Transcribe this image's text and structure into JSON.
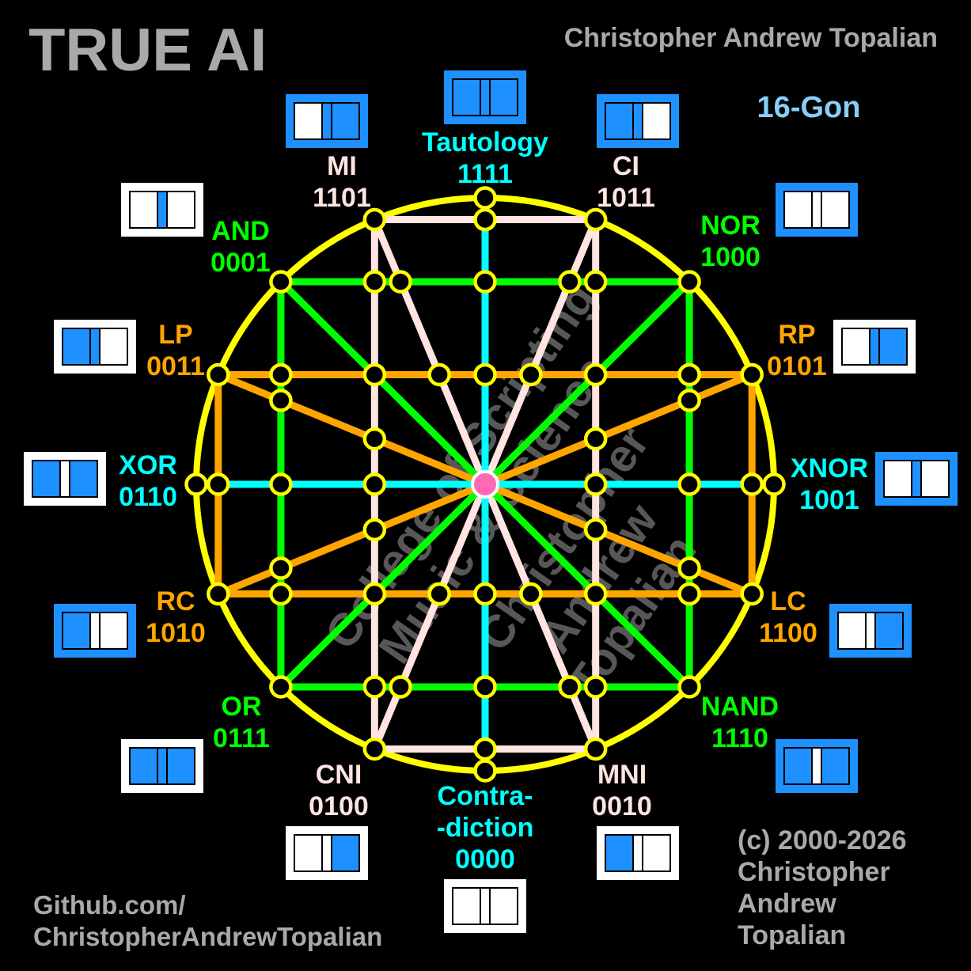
{
  "title": "TRUE AI",
  "author": "Christopher Andrew Topalian",
  "shape_name": "16-Gon",
  "github": [
    "Github.com/",
    "ChristopherAndrewTopalian"
  ],
  "copyright": [
    "(c) 2000-2026",
    "Christopher",
    "Andrew",
    "Topalian"
  ],
  "watermark": [
    "College of Scripting",
    "Music & Science",
    "Christopher",
    "Andrew",
    "Topalian"
  ],
  "colors": {
    "background": "#000000",
    "ring": "#ffff00",
    "cyan": "#00ffff",
    "pink": "#ffe4e1",
    "green": "#00ff00",
    "orange": "#ffa500",
    "true_fill": "#1e90ff",
    "false_fill": "#ffffff",
    "center_dot": "#ff69b4",
    "title_gray": "#a9a9a9",
    "shape_name": "#87cefa"
  },
  "operators": [
    {
      "id": "tautology",
      "lines": [
        "Tautology",
        "1111"
      ],
      "code": "1111",
      "color": "cyan"
    },
    {
      "id": "mi",
      "lines": [
        "MI",
        "1101"
      ],
      "code": "1101",
      "color": "pink"
    },
    {
      "id": "ci",
      "lines": [
        "CI",
        "1011"
      ],
      "code": "1011",
      "color": "pink"
    },
    {
      "id": "and",
      "lines": [
        "AND",
        "0001"
      ],
      "code": "0001",
      "color": "green"
    },
    {
      "id": "nor",
      "lines": [
        "NOR",
        "1000"
      ],
      "code": "1000",
      "color": "green"
    },
    {
      "id": "lp",
      "lines": [
        "LP",
        "0011"
      ],
      "code": "0011",
      "color": "orange"
    },
    {
      "id": "rp",
      "lines": [
        "RP",
        "0101"
      ],
      "code": "0101",
      "color": "orange"
    },
    {
      "id": "xor",
      "lines": [
        "XOR",
        "0110"
      ],
      "code": "0110",
      "color": "cyan"
    },
    {
      "id": "xnor",
      "lines": [
        "XNOR",
        "1001"
      ],
      "code": "1001",
      "color": "cyan"
    },
    {
      "id": "rc",
      "lines": [
        "RC",
        "1010"
      ],
      "code": "1010",
      "color": "orange"
    },
    {
      "id": "lc",
      "lines": [
        "LC",
        "1100"
      ],
      "code": "1100",
      "color": "orange"
    },
    {
      "id": "or",
      "lines": [
        "OR",
        "0111"
      ],
      "code": "0111",
      "color": "green"
    },
    {
      "id": "nand",
      "lines": [
        "NAND",
        "1110"
      ],
      "code": "1110",
      "color": "green"
    },
    {
      "id": "cni",
      "lines": [
        "CNI",
        "0100"
      ],
      "code": "0100",
      "color": "pink"
    },
    {
      "id": "mni",
      "lines": [
        "MNI",
        "0010"
      ],
      "code": "0010",
      "color": "pink"
    },
    {
      "id": "contradiction",
      "lines": [
        "Contra-",
        "-diction",
        "0000"
      ],
      "code": "0000",
      "color": "cyan"
    }
  ]
}
